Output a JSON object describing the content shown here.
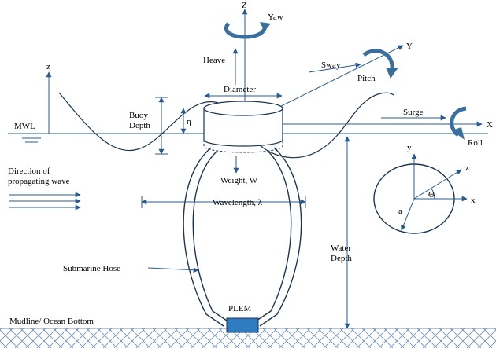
{
  "labels": {
    "axis_Z": "Z",
    "yaw": "Yaw",
    "heave": "Heave",
    "axis_Y": "Y",
    "sway": "Sway",
    "pitch": "Pitch",
    "diameter": "Diameter",
    "axis_z_small": "z",
    "buoy_depth": "Buoy\nDepth",
    "eta": "η",
    "mwl": "MWL",
    "surge": "Surge",
    "axis_X": "X",
    "roll": "Roll",
    "direction_wave": "Direction of\npropagating wave",
    "weight": "Weight, W",
    "wavelength": "Wavelength, λ",
    "water_depth": "Water\nDepth",
    "submarine_hose": "Submarine Hose",
    "plem": "PLEM",
    "mudline": "Mudline/ Ocean Bottom",
    "inset_y": "y",
    "inset_z": "z",
    "inset_x": "x",
    "inset_theta": "Θ",
    "inset_a": "a"
  },
  "colors": {
    "line": "#2a5a8a",
    "dark": "#1c3550",
    "arrow_fill": "#3a6e9c",
    "plem_fill": "#2e7bbf",
    "seabed": "#6f8fb3"
  }
}
